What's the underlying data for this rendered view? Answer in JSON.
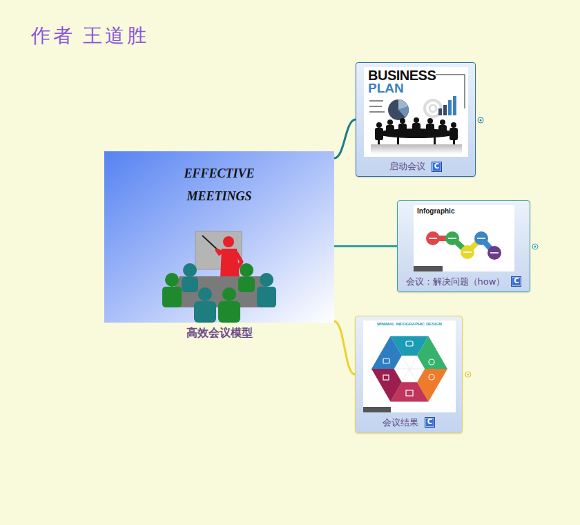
{
  "diagram": {
    "nodes": [
      {
        "text": [
          "高效会议模型"
        ]
      },
      {
        "text": [
          "启动会议",
          "C"
        ]
      },
      {
        "text": [
          "会议：解决问题（how）",
          "C"
        ]
      },
      {
        "text": [
          "会议结果",
          "C"
        ]
      }
    ],
    "edges": [
      {
        "from": 0,
        "to": 1,
        "arrow": "none"
      },
      {
        "from": 0,
        "to": 2,
        "arrow": "none"
      },
      {
        "from": 0,
        "to": 3,
        "arrow": "none"
      }
    ],
    "labels": [
      "作者 王道胜",
      "EFFECTIVE",
      "MEETINGS",
      "BUSINESS",
      "PLAN",
      "Infographic",
      "MINIMAL INFOGRAPHIC DESIGN"
    ]
  }
}
